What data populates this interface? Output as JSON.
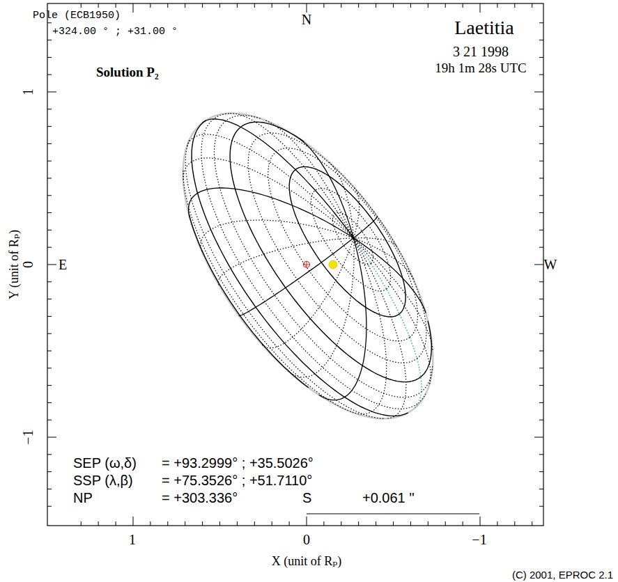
{
  "diagram": {
    "labels": [
      "Pole (ECB1950)",
      "+324.00 ° ; +31.00 °",
      "N",
      "Laetitia",
      "3 21 1998",
      "19h 1m 28s UTC",
      "Solution P₂",
      "1",
      "Y (unit of Rₚ)",
      "E",
      "0",
      "W",
      "−1",
      "SEP (ω,δ)",
      "= +93.2999° ; +35.5026°",
      "SSP (λ,β)",
      "= +75.3526° ; +51.7110°",
      "NP",
      "= +303.336°",
      "S",
      "+0.061 ''",
      "1",
      "0",
      "−1",
      "X (unit of Rₚ)",
      "(C) 2001, EPROC 2.1"
    ]
  }
}
